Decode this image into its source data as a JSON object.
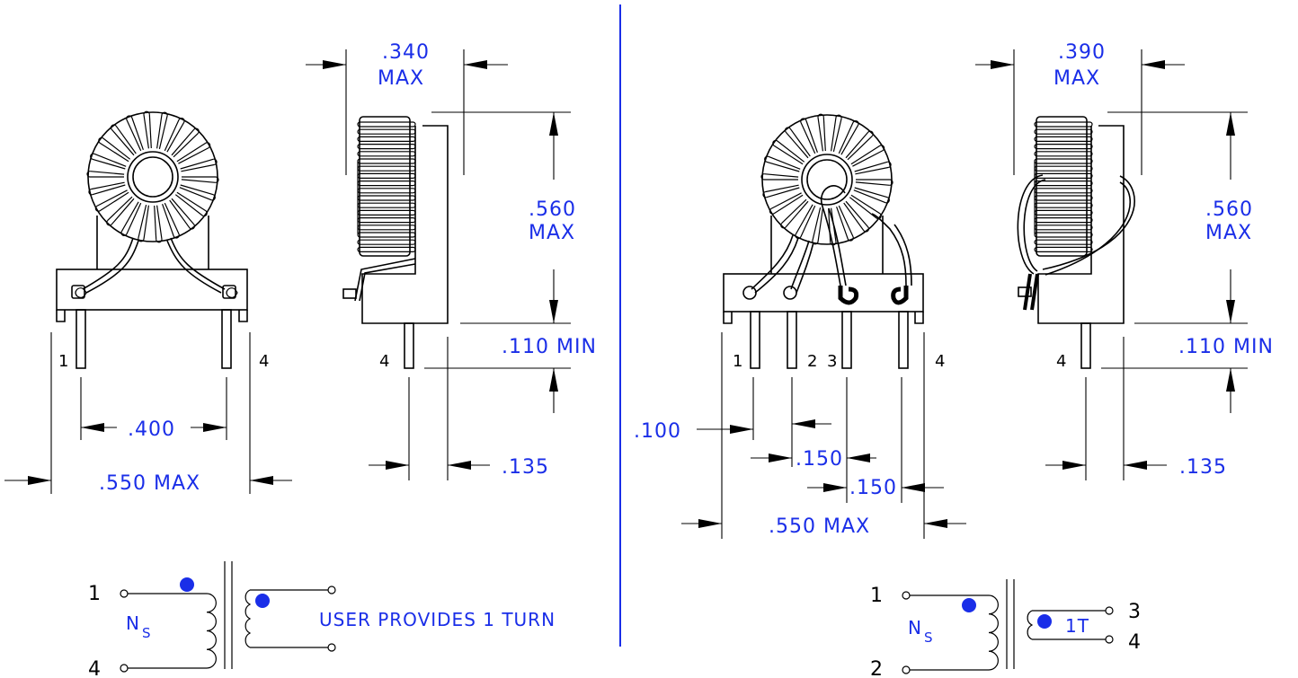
{
  "colors": {
    "dimension_text": "#1a2ee8",
    "divider": "#1a2ee8",
    "ink": "#000000",
    "dot": "#1a2ee8"
  },
  "left": {
    "dim_top_width": ".340",
    "dim_top_width_note": "MAX",
    "dim_height": ".560",
    "dim_height_note": "MAX",
    "dim_lead": ".110  MIN",
    "dim_pin_spacing": ".400",
    "dim_overall_width": ".550  MAX",
    "dim_side_offset": ".135",
    "pin_1": "1",
    "pin_4_front": "4",
    "pin_4_side": "4",
    "schematic": {
      "pin_1": "1",
      "pin_4": "4",
      "winding_label": "N",
      "winding_sub": "S",
      "note": "USER PROVIDES 1 TURN"
    }
  },
  "right": {
    "dim_top_width": ".390",
    "dim_top_width_note": "MAX",
    "dim_height": ".560",
    "dim_height_note": "MAX",
    "dim_lead": ".110  MIN",
    "dim_pin1_offset": ".100",
    "dim_spacing_a": ".150",
    "dim_spacing_b": ".150",
    "dim_overall_width": ".550  MAX",
    "dim_side_offset": ".135",
    "pin_1": "1",
    "pin_2": "2",
    "pin_3": "3",
    "pin_4_front": "4",
    "pin_4_side": "4",
    "schematic": {
      "pin_1": "1",
      "pin_2": "2",
      "pin_3": "3",
      "pin_4": "4",
      "winding_label": "N",
      "winding_sub": "S",
      "turn_label": "1T"
    }
  }
}
